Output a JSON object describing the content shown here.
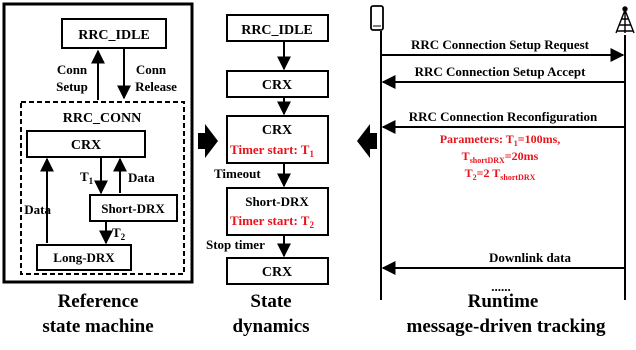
{
  "reference": {
    "rrc_idle": "RRC_IDLE",
    "conn_setup_1": "Conn",
    "conn_setup_2": "Setup",
    "conn_release_1": "Conn",
    "conn_release_2": "Release",
    "rrc_conn": "RRC_CONN",
    "crx": "CRX",
    "t1_base": "T",
    "t1_sub": "1",
    "data_right": "Data",
    "short_drx": "Short-DRX",
    "data_left": "Data",
    "t2_base": "T",
    "t2_sub": "2",
    "long_drx": "Long-DRX",
    "caption_1": "Reference",
    "caption_2": "state machine"
  },
  "dynamics": {
    "rrc_idle": "RRC_IDLE",
    "crx_1": "CRX",
    "crx_2": "CRX",
    "timer_start_1": "Timer start: T",
    "timer_start_1_sub": "1",
    "timeout": "Timeout",
    "short_drx": "Short-DRX",
    "timer_start_2": "Timer start: T",
    "timer_start_2_sub": "2",
    "stop_timer": "Stop timer",
    "crx_3": "CRX",
    "caption_1": "State",
    "caption_2": "dynamics"
  },
  "runtime": {
    "msg_setup_request": "RRC Connection Setup Request",
    "msg_setup_accept": "RRC Connection Setup Accept",
    "msg_reconfig": "RRC Connection Reconfiguration",
    "param_1a": "Parameters: T",
    "param_1_sub": "1",
    "param_1b": "=100ms,",
    "param_2a": "T",
    "param_2_sub": "shortDRX",
    "param_2b": "=20ms",
    "param_3a": "T",
    "param_3_sub": "2",
    "param_3b": "=2 T",
    "param_3_sub2": "shortDRX",
    "msg_downlink": "Downlink data",
    "ellipsis": "......",
    "caption_1": "Runtime",
    "caption_2": "message-driven tracking"
  },
  "colors": {
    "accent_red": "#e8141b",
    "ink": "#000000"
  }
}
